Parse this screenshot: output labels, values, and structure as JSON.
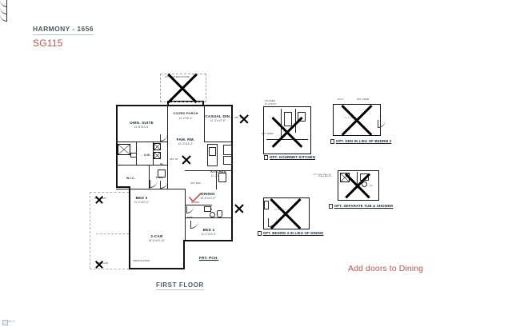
{
  "header": {
    "title": "HARMONY - 1656",
    "code": "SG115"
  },
  "footer": {
    "floor_label": "FIRST FLOOR",
    "watermark": "MLS"
  },
  "annotations": {
    "red_note": "Add doors to Dining",
    "check_label": "DOORS"
  },
  "colors": {
    "accent_red": "#c0564b",
    "title_gray": "#4b5a63",
    "wall_black": "#111111"
  },
  "plan": {
    "rooms": [
      {
        "name": "OWN. SUITE",
        "dim": "13'-8\"x13'-6\""
      },
      {
        "name": "COVRD PORCH",
        "dim": "12'-0\"x5'-4\""
      },
      {
        "name": "CASUAL DIN.",
        "dim": "11'-2\"x10'-8\""
      },
      {
        "name": "FAM. RM.",
        "dim": "13'-2\"x15'-2\""
      },
      {
        "name": "KITCHEN",
        "dim": "11'-2\"x10'-8\""
      },
      {
        "name": "DINING",
        "dim": "13'-6\"x10'-0\""
      },
      {
        "name": "BED 3",
        "dim": "11'-4\"x10'-0\""
      },
      {
        "name": "BED 2",
        "dim": "11'-2\"x10'-0\""
      },
      {
        "name": "2-CAR",
        "dim": "19'-6\"x19'-10\""
      },
      {
        "name": "FRT. PCH.",
        "dim": ""
      }
    ],
    "small_labels": [
      {
        "text": "O.B."
      },
      {
        "text": "W.I.C."
      },
      {
        "text": "LND."
      },
      {
        "text": "CL."
      },
      {
        "text": "B.2"
      },
      {
        "text": "FYR."
      }
    ]
  },
  "options": [
    {
      "id": "opt-gourmet-kitchen",
      "caption": "OPT. GOURMET KITCHEN",
      "inner_label": "KITCHEN",
      "inner_dim": "11'-2\"x10'-8\"",
      "tiny": "OPT. ADDR",
      "crossed": true
    },
    {
      "id": "opt-den-in-lieu-of-bedrm-3",
      "caption": "OPT. DEN IN LIEU OF BEDRM 3",
      "inner_label": "W.I.C.",
      "inner_dim": "11'-4\"x10'-0\"",
      "tiny": "OPT. DOOR",
      "crossed": true
    },
    {
      "id": "opt-bedrm-4-in-lieu-of-dining",
      "caption": "OPT. BEDRM 4 IN LIEU OF DINING",
      "inner_label": "BEDRM 4",
      "inner_dim": "13'-6\"x10'-0\"",
      "tiny": "",
      "crossed": true
    },
    {
      "id": "opt-separate-tub-shower",
      "caption": "OPT. SEPARATE TUB & SHOWER",
      "inner_label": "",
      "inner_dim": "",
      "tiny": "CL.",
      "crossed": true
    }
  ],
  "inline_options": [
    {
      "id": "opt-top-porch",
      "label": "OPT. 10x8 ENCLOSURE",
      "crossed": true
    },
    {
      "id": "opt-right-door",
      "label": "OPT. DOOR",
      "crossed": true
    },
    {
      "id": "opt-fam-rm",
      "label": "OPT. FP",
      "crossed": true
    },
    {
      "id": "opt-bed2-right",
      "label": "OPT. WDW",
      "crossed": true
    },
    {
      "id": "opt-garage-left-1",
      "label": "OPT. 2' EXT.",
      "crossed": true
    },
    {
      "id": "opt-garage-left-2",
      "label": "OPT. 3-CAR",
      "crossed": true
    },
    {
      "id": "opt-half-wall",
      "label": "OPT. HALF WALL W/ GLASS ABOVE",
      "crossed": false
    },
    {
      "id": "opt-service-door",
      "label": "SERVICE DOOR",
      "crossed": false
    },
    {
      "id": "opt-kitchen-left",
      "label": "OPT. BAR",
      "crossed": false
    },
    {
      "id": "opt-gourmet-tiny",
      "label": "OPT. ADDR",
      "crossed": false
    }
  ]
}
